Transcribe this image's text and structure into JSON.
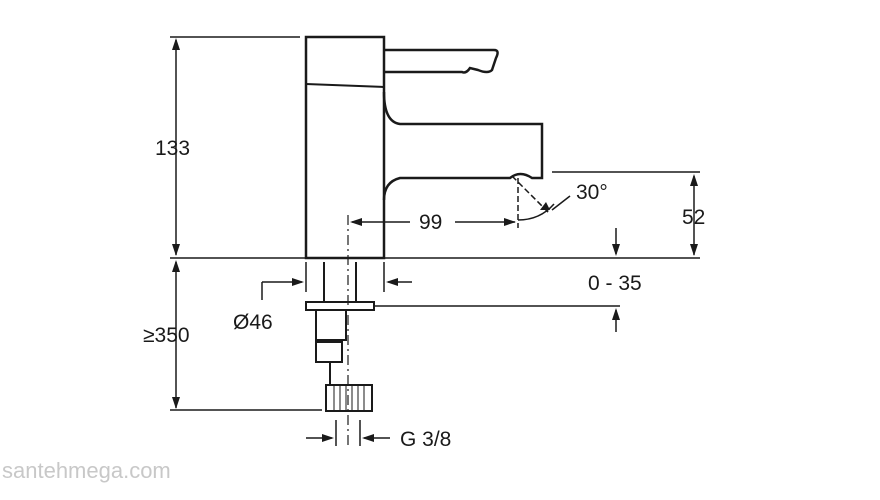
{
  "drawing": {
    "dimensions": {
      "height_total": "133",
      "min_below": "≥350",
      "reach": "99",
      "spout_height": "52",
      "angle": "30°",
      "deck_thickness": "0 - 35",
      "base_diameter": "Ø46",
      "connection": "G 3/8"
    },
    "watermark": "santehmega.com"
  },
  "colors": {
    "line": "#1a1a1a",
    "watermark": "#c8c8c8",
    "background": "#ffffff"
  }
}
